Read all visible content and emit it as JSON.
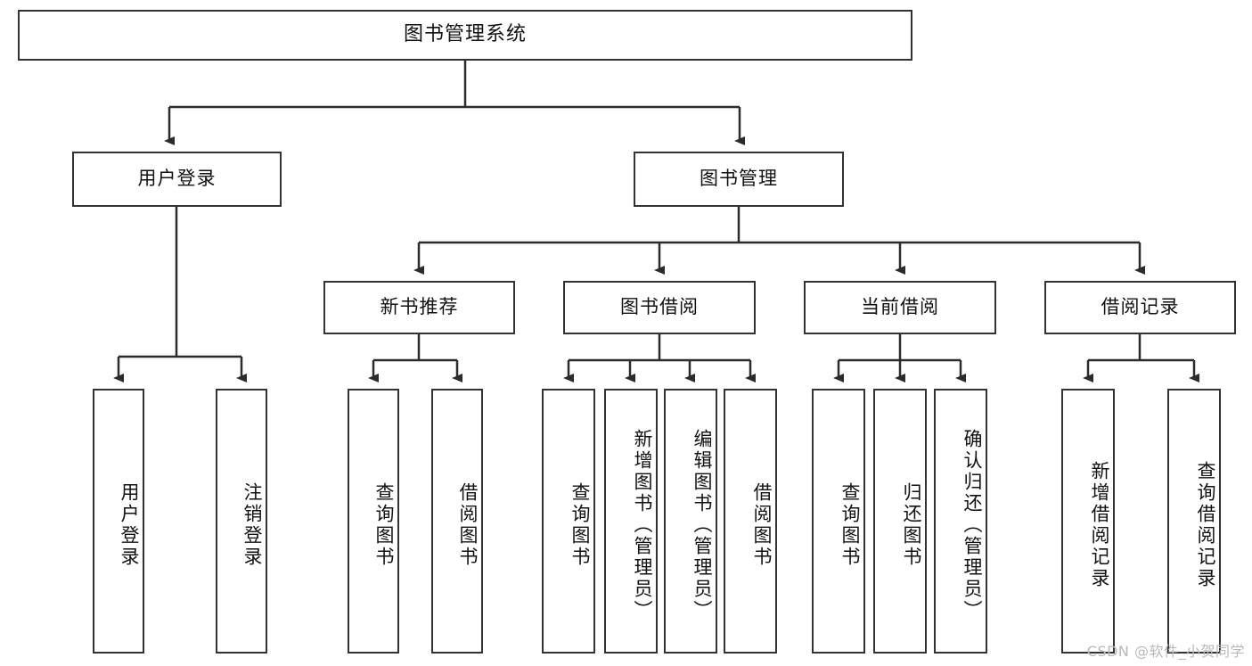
{
  "diagram": {
    "title": "图书管理系统",
    "type": "hierarchy-tree",
    "root": {
      "label": "图书管理系统"
    },
    "level2": [
      {
        "label": "用户登录"
      },
      {
        "label": "图书管理"
      }
    ],
    "level3": [
      {
        "label": "新书推荐"
      },
      {
        "label": "图书借阅"
      },
      {
        "label": "当前借阅"
      },
      {
        "label": "借阅记录"
      }
    ],
    "leaves_user_login": [
      {
        "label": "用户登录"
      },
      {
        "label": "注销登录"
      }
    ],
    "leaves_new_book": [
      {
        "label": "查询图书"
      },
      {
        "label": "借阅图书"
      }
    ],
    "leaves_book_borrow": [
      {
        "label": "查询图书"
      },
      {
        "label": "新增图书（管理员）"
      },
      {
        "label": "编辑图书（管理员）"
      },
      {
        "label": "借阅图书"
      }
    ],
    "leaves_current_borrow": [
      {
        "label": "查询图书"
      },
      {
        "label": "归还图书"
      },
      {
        "label": "确认归还（管理员）"
      }
    ],
    "leaves_borrow_record": [
      {
        "label": "新增借阅记录"
      },
      {
        "label": "查询借阅记录"
      }
    ]
  },
  "watermark": {
    "text": "CSDN @软件_小贺同学"
  },
  "colors": {
    "border": "#333333",
    "background": "#ffffff",
    "text": "#111111",
    "watermark": "#b9b9b9"
  }
}
